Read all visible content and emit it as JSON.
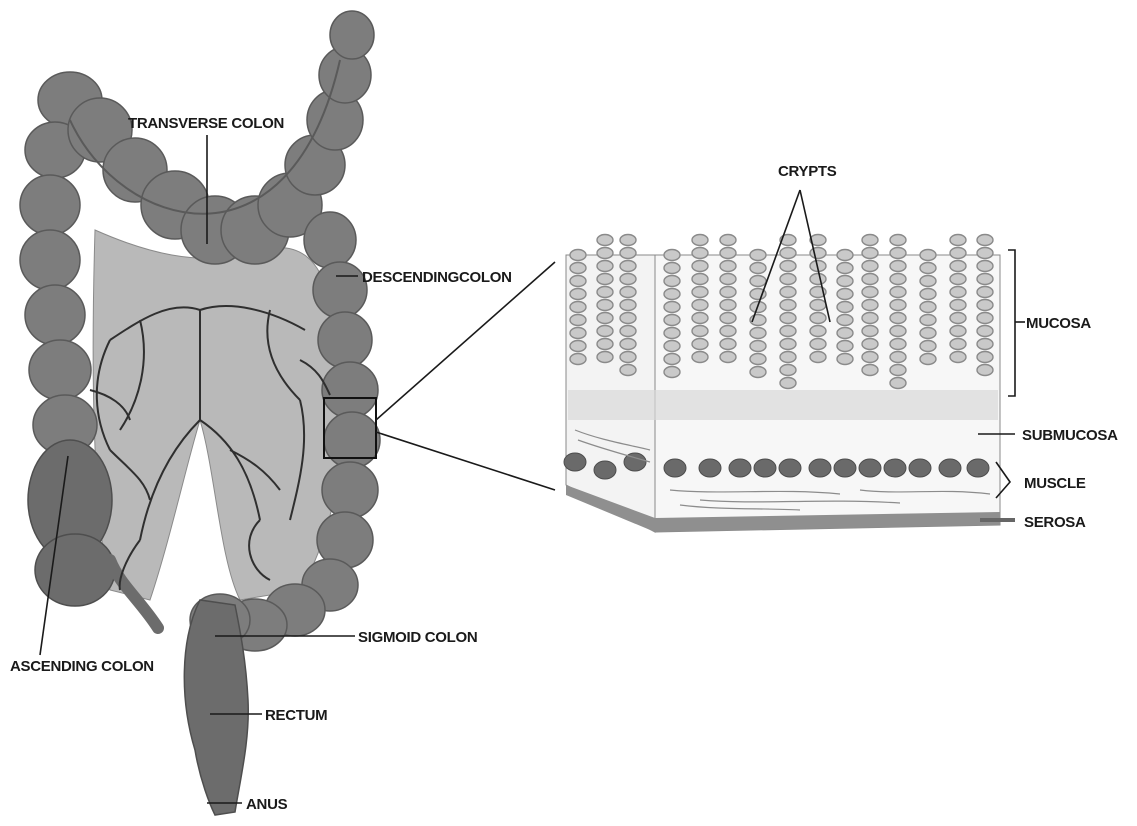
{
  "labels": {
    "transverse_colon": "TRANSVERSE COLON",
    "descending_colon": "DESCENDINGCOLON",
    "ascending_colon": "ASCENDING COLON",
    "sigmoid_colon": "SIGMOID COLON",
    "rectum": "RECTUM",
    "anus": "ANUS",
    "crypts": "CRYPTS",
    "mucosa": "MUCOSA",
    "submucosa": "SUBMUCOSA",
    "muscle": "MUSCLE",
    "serosa": "SEROSA"
  },
  "colors": {
    "colon_fill": "#7d7d7d",
    "mesentery_fill": "#b9b9b9",
    "crypt_cell": "#c9c9c9",
    "muscle": "#6a6a6a",
    "serosa": "#8f8f8f"
  }
}
